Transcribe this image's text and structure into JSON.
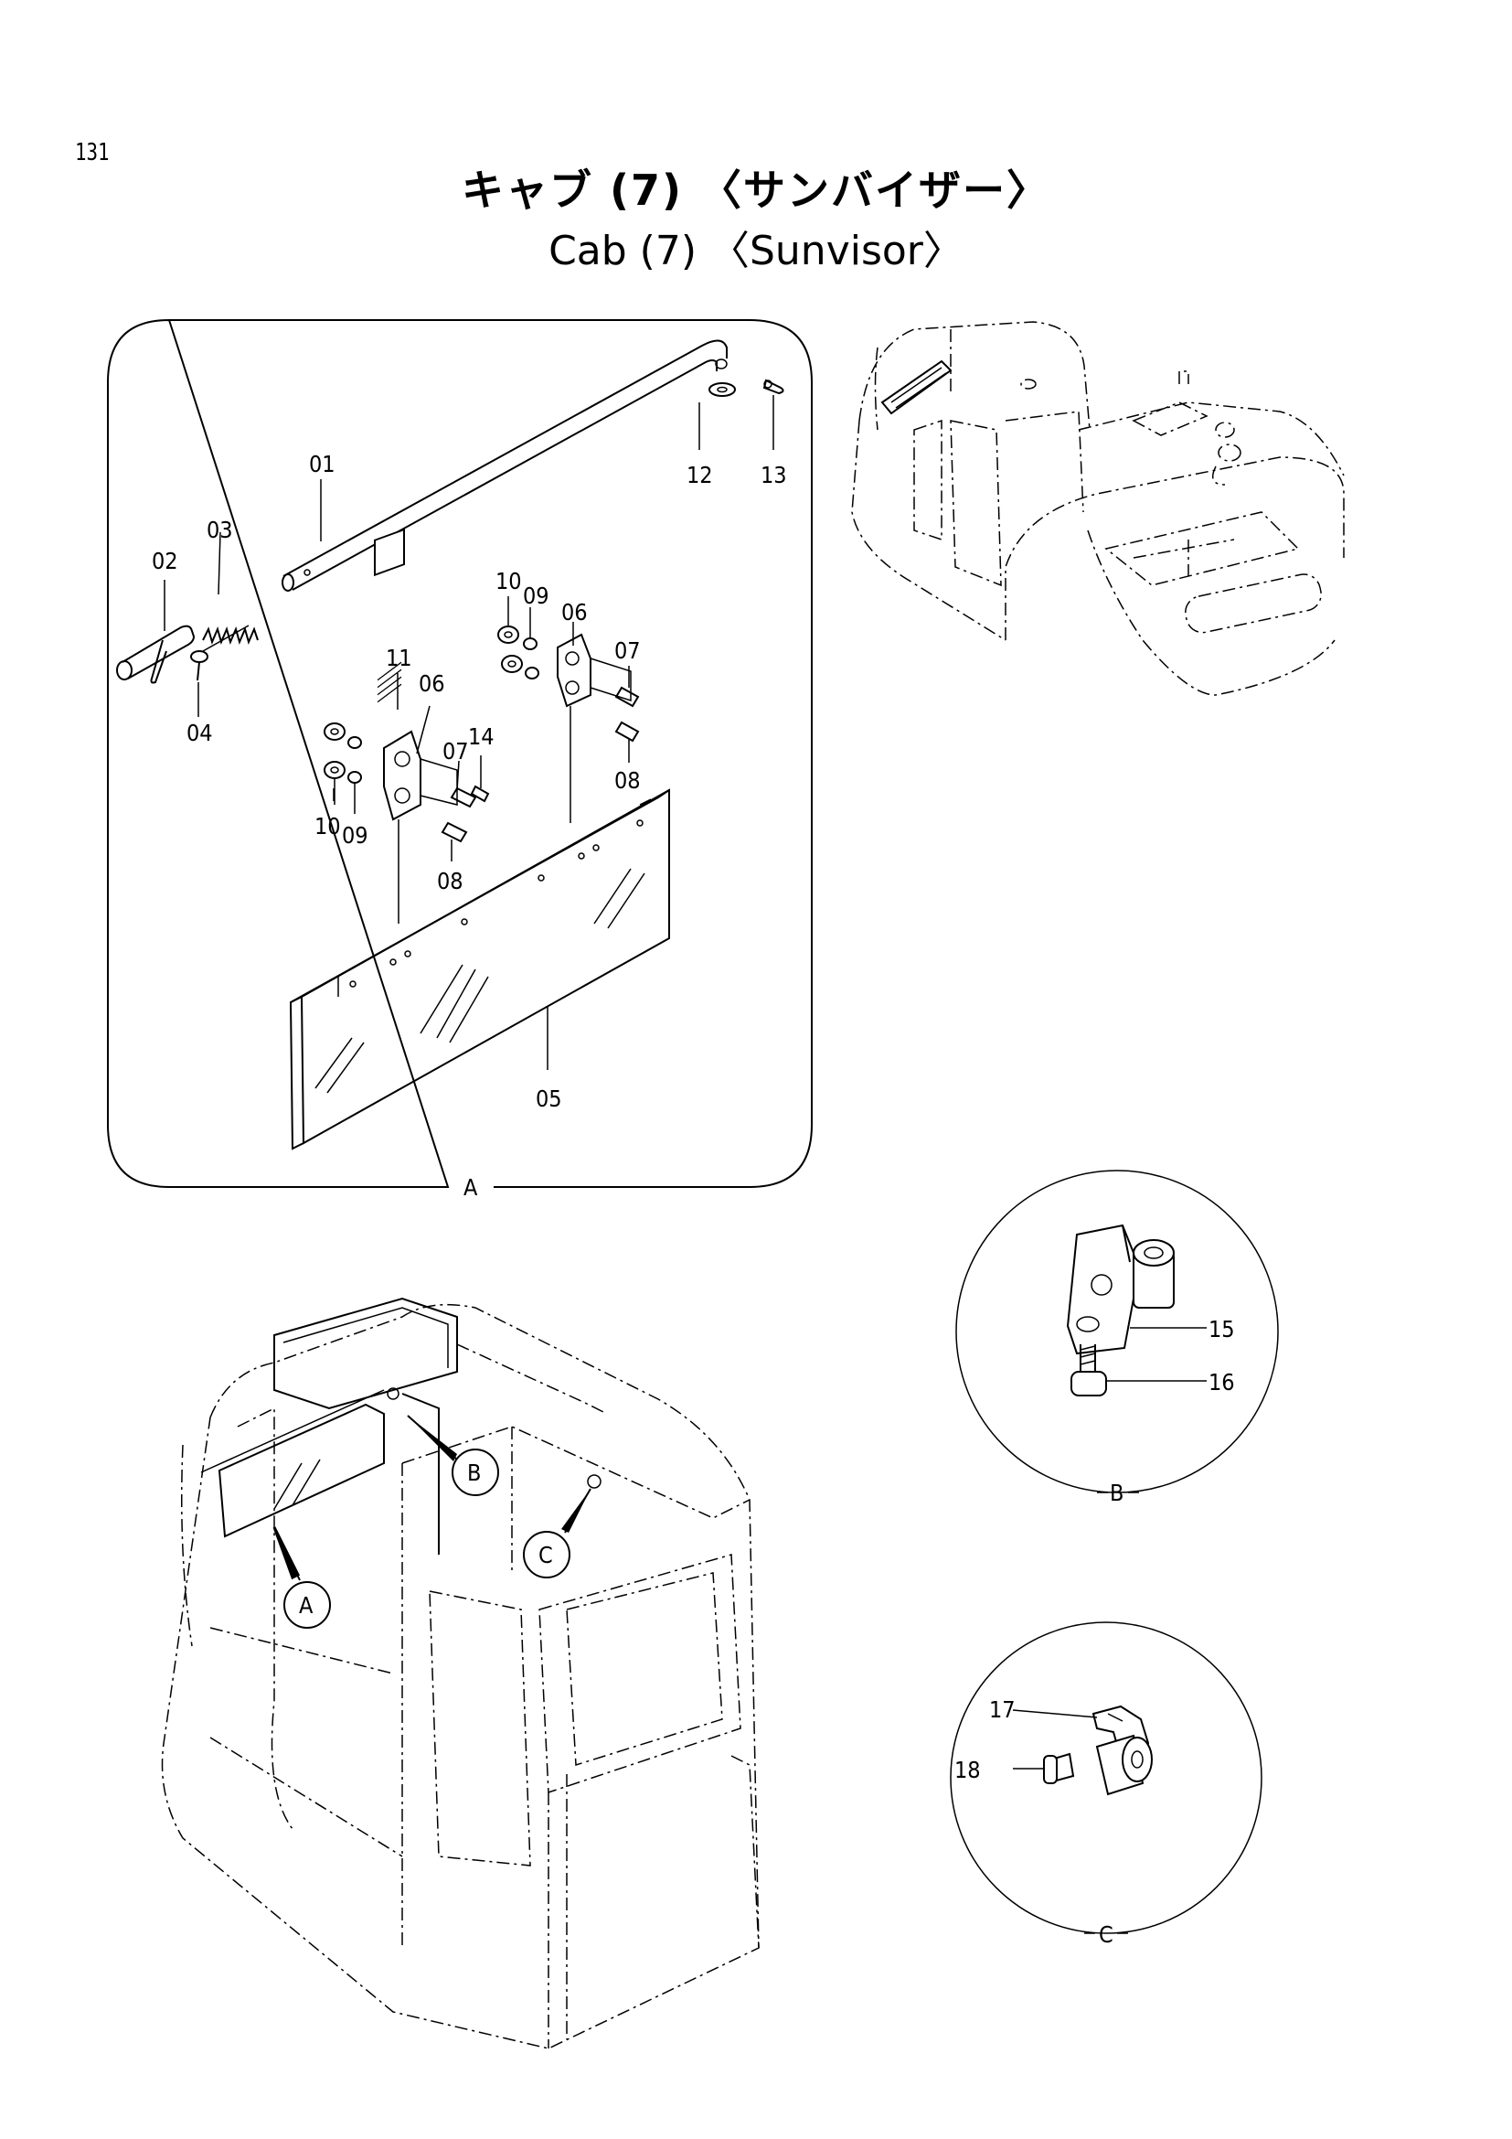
{
  "page": {
    "number": "131"
  },
  "title": {
    "japanese": "キャブ (7) 〈サンバイザー〉",
    "english": "Cab (7) 〈Sunvisor〉"
  },
  "detail_views": {
    "A": {
      "label": "A"
    },
    "B": {
      "label": "B"
    },
    "C": {
      "label": "C"
    }
  },
  "callouts": {
    "main": [
      "A",
      "B",
      "C"
    ]
  },
  "parts": {
    "p01": "01",
    "p02": "02",
    "p03": "03",
    "p04": "04",
    "p05": "05",
    "p06a": "06",
    "p06b": "06",
    "p07a": "07",
    "p07b": "07",
    "p08a": "08",
    "p08b": "08",
    "p09a": "09",
    "p09b": "09",
    "p10a": "10",
    "p10b": "10",
    "p11": "11",
    "p12": "12",
    "p13": "13",
    "p14": "14",
    "p15": "15",
    "p16": "16",
    "p17": "17",
    "p18": "18"
  }
}
